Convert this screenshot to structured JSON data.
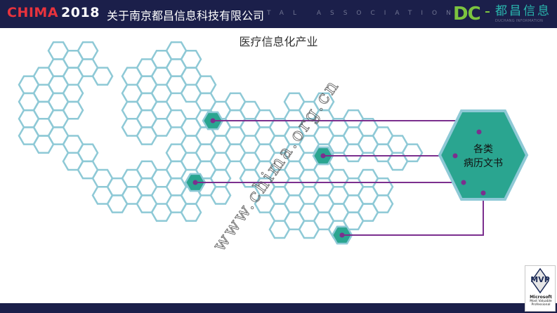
{
  "header": {
    "brand_chima": "CHIMA",
    "brand_year": "2018",
    "company": "关于南京都昌信息科技有限公司",
    "association_fragment": "TAL ASSOCIATION"
  },
  "logo": {
    "mark": "DC",
    "name": "都昌信息",
    "subtitle": "DUCHANG INFORMATION"
  },
  "slide": {
    "title": "医疗信息化产业",
    "big_hex_line1": "各类",
    "big_hex_line2": "病历文书",
    "watermark": "www.chima.org.cn"
  },
  "badge": {
    "text": "MVP",
    "line1": "Microsoft",
    "line2": "Most Valuable",
    "line3": "Professional"
  },
  "colors": {
    "header_bg": "#1b1f4a",
    "hex_outline": "#8ec9d6",
    "hex_fill_active": "#2aa590",
    "connector": "#7b2f8e",
    "brand_red": "#e8333d",
    "logo_green": "#7cc43f",
    "logo_teal": "#29b5ad"
  }
}
